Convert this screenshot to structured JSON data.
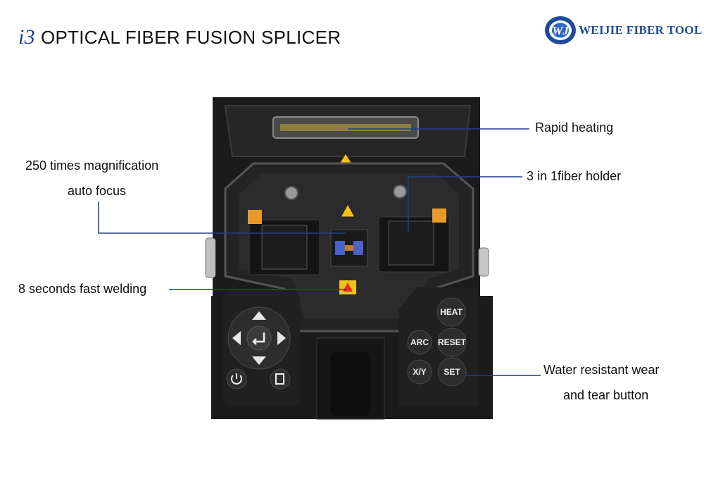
{
  "header": {
    "model": "i3",
    "title": "OPTICAL FIBER FUSION SPLICER"
  },
  "brand": {
    "logo_letters": "WJ",
    "name": "WEIJIE FIBER TOOL",
    "color": "#1f4a9c"
  },
  "callouts": {
    "rapid_heating": "Rapid heating",
    "fiber_holder": "3 in 1fiber holder",
    "magnification_line1": "250 times magnification",
    "magnification_line2": "auto focus",
    "fast_welding": "8 seconds fast welding",
    "button_line1": "Water resistant wear",
    "button_line2": "and tear button"
  },
  "device": {
    "keys": {
      "heat": "HEAT",
      "reset": "RESET",
      "arc": "ARC",
      "xy": "X/Y",
      "set": "SET"
    },
    "icons": [
      "arrow-up-icon",
      "arrow-down-icon",
      "arrow-left-icon",
      "arrow-right-icon",
      "enter-icon",
      "power-icon",
      "menu-icon",
      "warning-icon"
    ],
    "colors": {
      "body": "#1c1c1c",
      "warning": "#f3c318",
      "electrode": "#4a62c8"
    }
  }
}
